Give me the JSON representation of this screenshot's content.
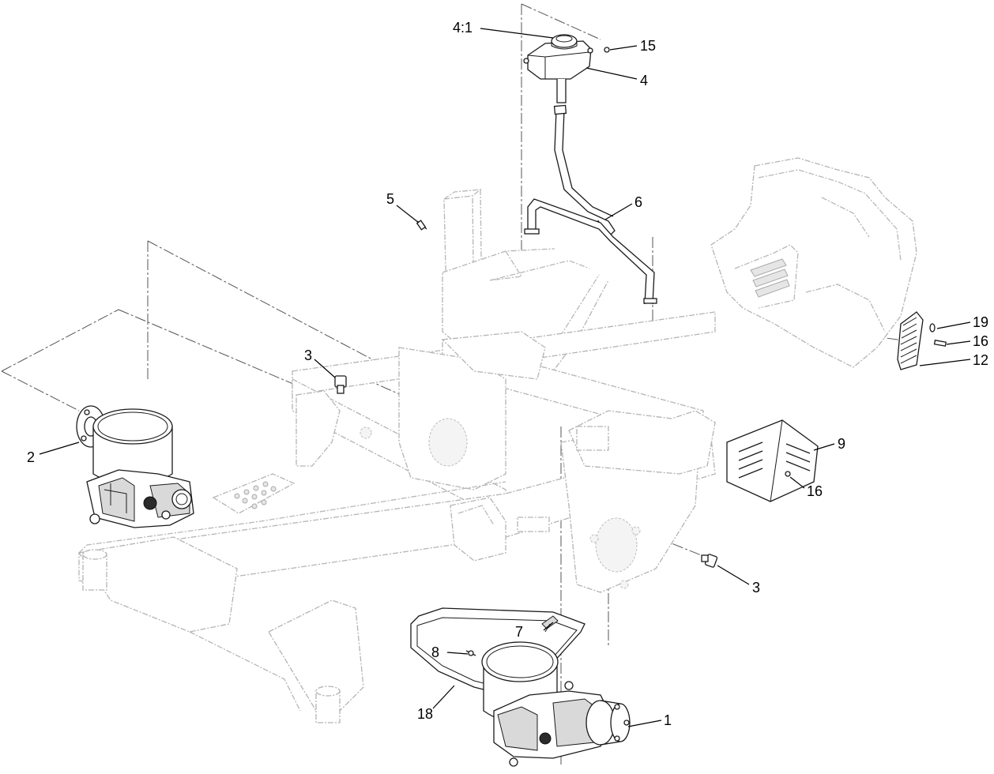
{
  "callouts": {
    "c4_1": "4:1",
    "c15": "15",
    "c4": "4",
    "c5": "5",
    "c6": "6",
    "c3_top": "3",
    "c2": "2",
    "c19": "19",
    "c16_top": "16",
    "c12": "12",
    "c9": "9",
    "c16_mid": "16",
    "c3_bottom": "3",
    "c7": "7",
    "c8": "8",
    "c18": "18",
    "c1": "1"
  }
}
